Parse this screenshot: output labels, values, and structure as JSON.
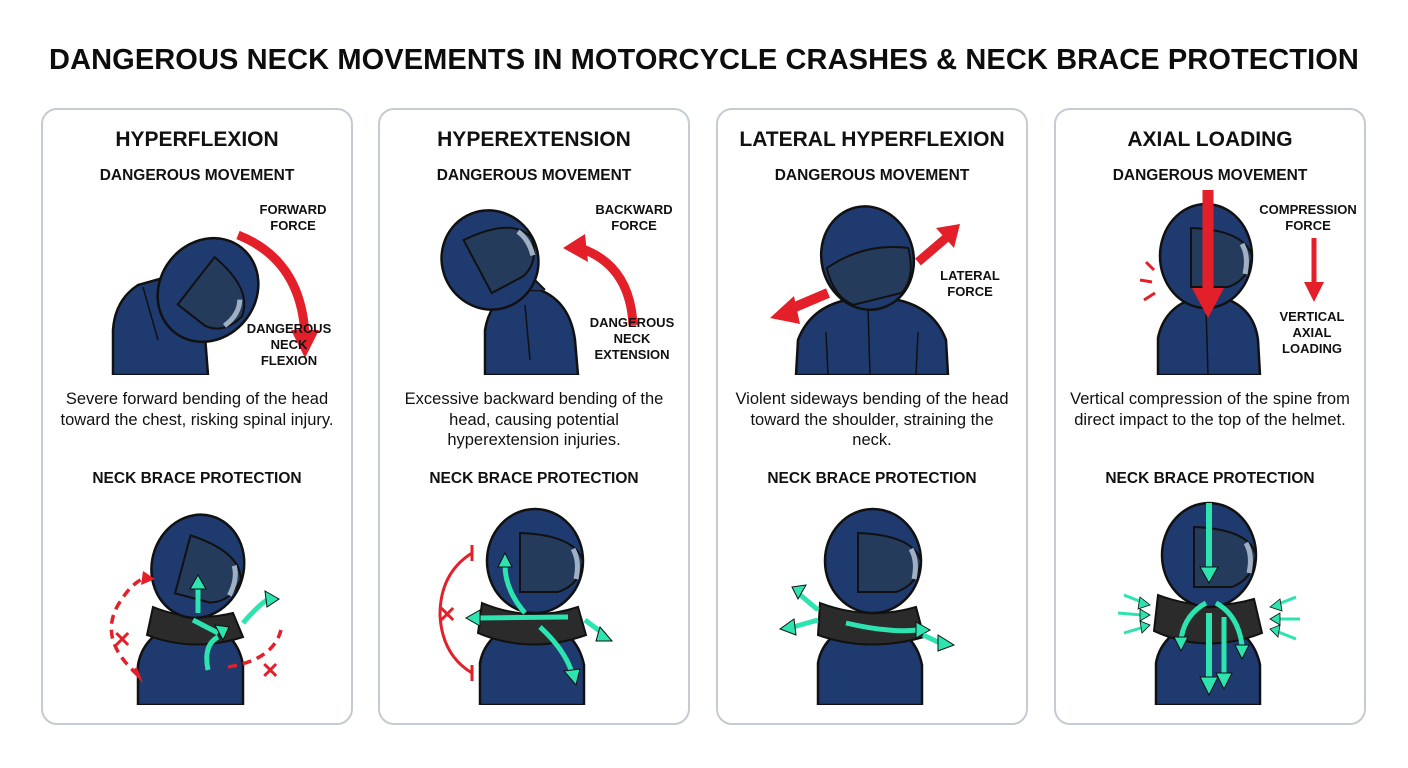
{
  "title": "DANGEROUS NECK MOVEMENTS IN MOTORCYCLE CRASHES & NECK BRACE PROTECTION",
  "colors": {
    "helmet": "#1f3a6e",
    "outline": "#111111",
    "danger": "#e3202a",
    "protect": "#2de3b0",
    "brace": "#2b2b2b",
    "visor": "#253b5c"
  },
  "panels": [
    {
      "title": "HYPERFLEXION",
      "section_danger": "DANGEROUS MOVEMENT",
      "force_label": [
        "FORWARD",
        "FORCE"
      ],
      "effect_label": [
        "DANGEROUS",
        "NECK",
        "FLEXION"
      ],
      "description": "Severe forward bending of the head toward the chest, risking spinal injury.",
      "section_protect": "NECK BRACE PROTECTION"
    },
    {
      "title": "HYPEREXTENSION",
      "section_danger": "DANGEROUS MOVEMENT",
      "force_label": [
        "BACKWARD",
        "FORCE"
      ],
      "effect_label": [
        "DANGEROUS",
        "NECK",
        "EXTENSION"
      ],
      "description": "Excessive backward bending of the head, causing potential hyperextension injuries.",
      "section_protect": "NECK BRACE PROTECTION"
    },
    {
      "title": "LATERAL HYPERFLEXION",
      "section_danger": "DANGEROUS MOVEMENT",
      "force_label": [
        "LATERAL",
        "FORCE"
      ],
      "description": "Violent sideways bending of the head toward the shoulder, straining the neck.",
      "section_protect": "NECK BRACE PROTECTION"
    },
    {
      "title": "AXIAL LOADING",
      "section_danger": "DANGEROUS MOVEMENT",
      "force_label": [
        "COMPRESSION",
        "FORCE"
      ],
      "effect_label": [
        "VERTICAL",
        "AXIAL",
        "LOADING"
      ],
      "description": "Vertical compression of the spine from direct impact to the top of the helmet.",
      "section_protect": "NECK BRACE PROTECTION"
    }
  ]
}
